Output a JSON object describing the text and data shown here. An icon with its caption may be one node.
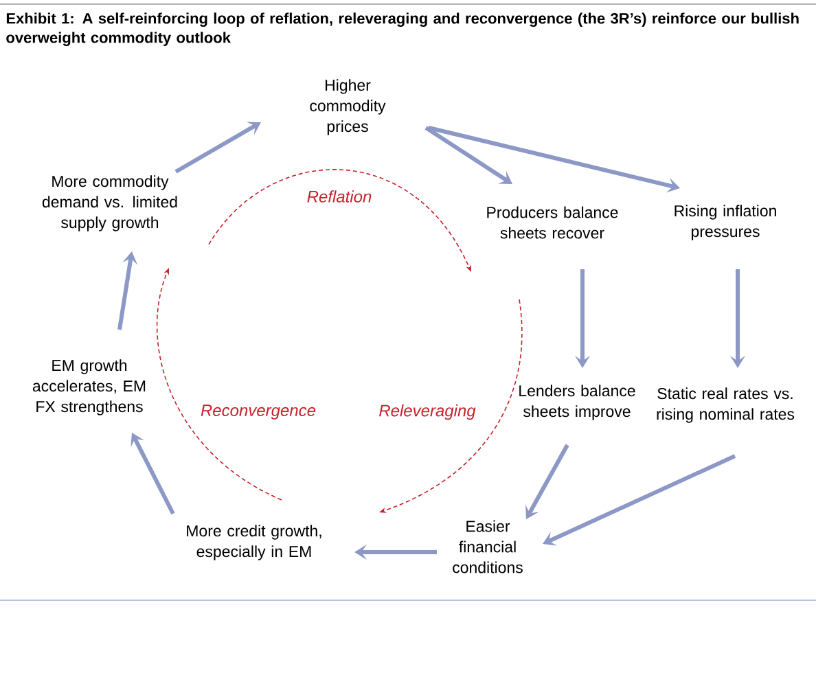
{
  "diagram": {
    "title": "Exhibit 1: A self-reinforcing loop of reflation, releveraging and reconvergence (the 3R’s) reinforce our bullish overweight commodity outlook",
    "nodes": [
      {
        "text": [
          "Higher commodity prices"
        ]
      },
      {
        "text": [
          "Producers balance sheets recover"
        ]
      },
      {
        "text": [
          "Rising inflation pressures"
        ]
      },
      {
        "text": [
          "Lenders balance sheets improve"
        ]
      },
      {
        "text": [
          "Static real rates vs. rising nominal rates"
        ]
      },
      {
        "text": [
          "Easier financial conditions"
        ]
      },
      {
        "text": [
          "More credit growth, especially in EM"
        ]
      },
      {
        "text": [
          "EM growth accelerates, EM FX strengthens"
        ]
      },
      {
        "text": [
          "More commodity demand vs. limited supply growth"
        ]
      }
    ],
    "edges": [
      {
        "from": 8,
        "to": 0,
        "arrow": "to"
      },
      {
        "from": 0,
        "to": 1,
        "arrow": "to"
      },
      {
        "from": 0,
        "to": 2,
        "arrow": "to"
      },
      {
        "from": 1,
        "to": 3,
        "arrow": "to"
      },
      {
        "from": 2,
        "to": 4,
        "arrow": "to"
      },
      {
        "from": 3,
        "to": 5,
        "arrow": "to"
      },
      {
        "from": 4,
        "to": 5,
        "arrow": "to"
      },
      {
        "from": 5,
        "to": 6,
        "arrow": "to"
      },
      {
        "from": 6,
        "to": 7,
        "arrow": "to"
      },
      {
        "from": 7,
        "to": 8,
        "arrow": "to"
      }
    ],
    "labels": [
      "Reflation",
      "Reconvergence",
      "Releveraging"
    ]
  }
}
